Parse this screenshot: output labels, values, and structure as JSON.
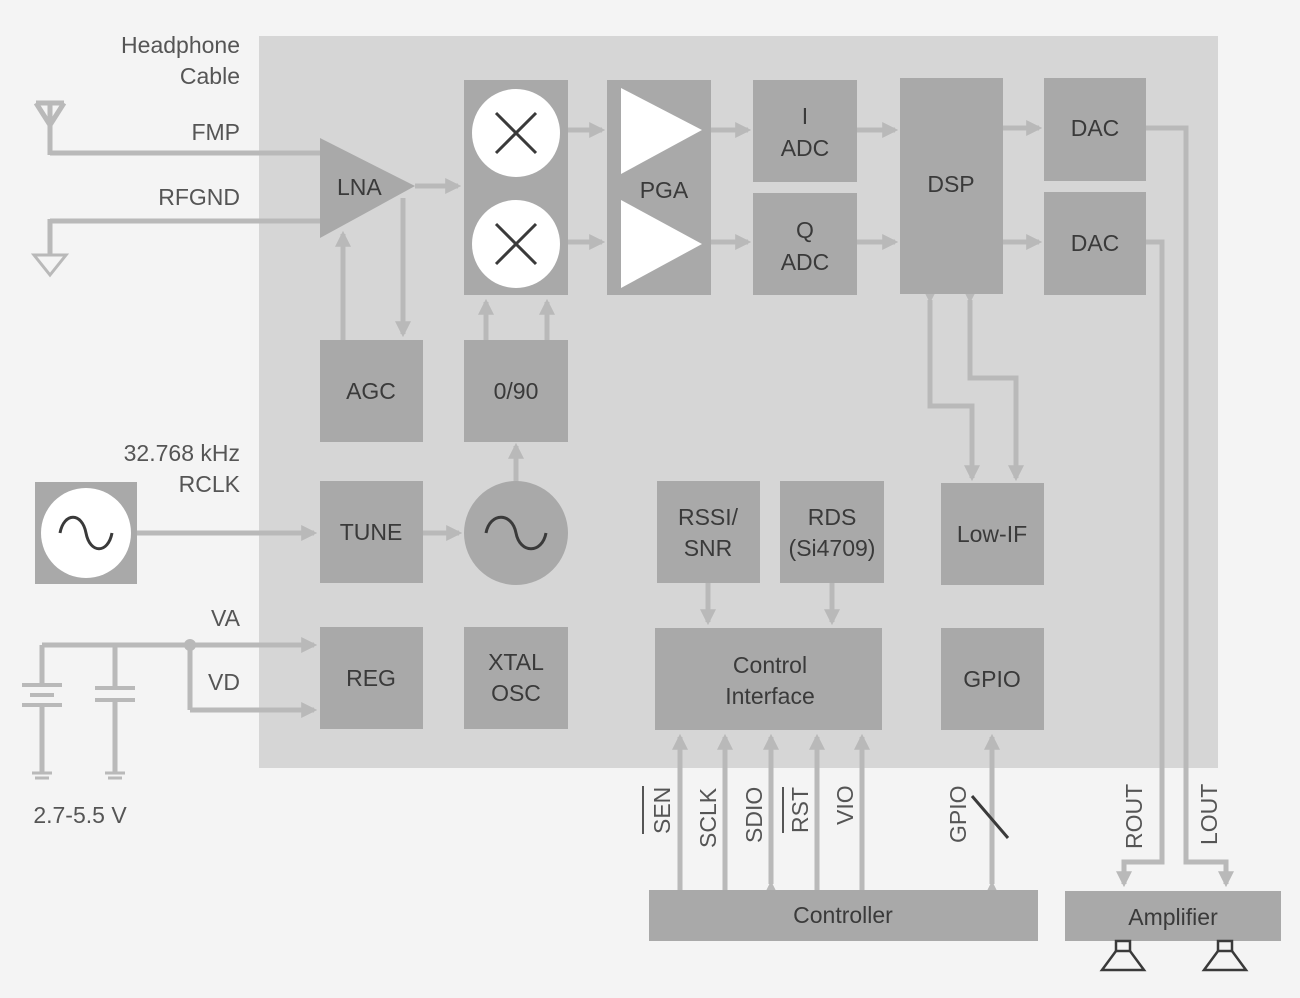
{
  "labels": {
    "headphone_1": "Headphone",
    "headphone_2": "Cable",
    "fmp": "FMP",
    "rfgnd": "RFGND",
    "rclk_1": "32.768 kHz",
    "rclk_2": "RCLK",
    "va": "VA",
    "vd": "VD",
    "voltage": "2.7-5.5 V"
  },
  "blocks": {
    "lna": "LNA",
    "pga": "PGA",
    "i_adc_1": "I",
    "i_adc_2": "ADC",
    "q_adc_1": "Q",
    "q_adc_2": "ADC",
    "dsp": "DSP",
    "dac_top": "DAC",
    "dac_bottom": "DAC",
    "agc": "AGC",
    "phase": "0/90",
    "tune": "TUNE",
    "rssi_1": "RSSI/",
    "rssi_2": "SNR",
    "rds_1": "RDS",
    "rds_2": "(Si4709)",
    "lowif": "Low-IF",
    "reg": "REG",
    "xtal_1": "XTAL",
    "xtal_2": "OSC",
    "ctrl_1": "Control",
    "ctrl_2": "Interface",
    "gpio": "GPIO",
    "controller": "Controller",
    "amplifier": "Amplifier"
  },
  "pins": {
    "sen": "SEN",
    "sclk": "SCLK",
    "sdio": "SDIO",
    "rst": "RST",
    "vio": "VIO",
    "gpio": "GPIO",
    "rout": "ROUT",
    "lout": "LOUT"
  },
  "colors": {
    "chip": "#d6d6d6",
    "block": "#a9a9a9",
    "wire": "#b9b9b9",
    "text": "#3a3a3a"
  }
}
